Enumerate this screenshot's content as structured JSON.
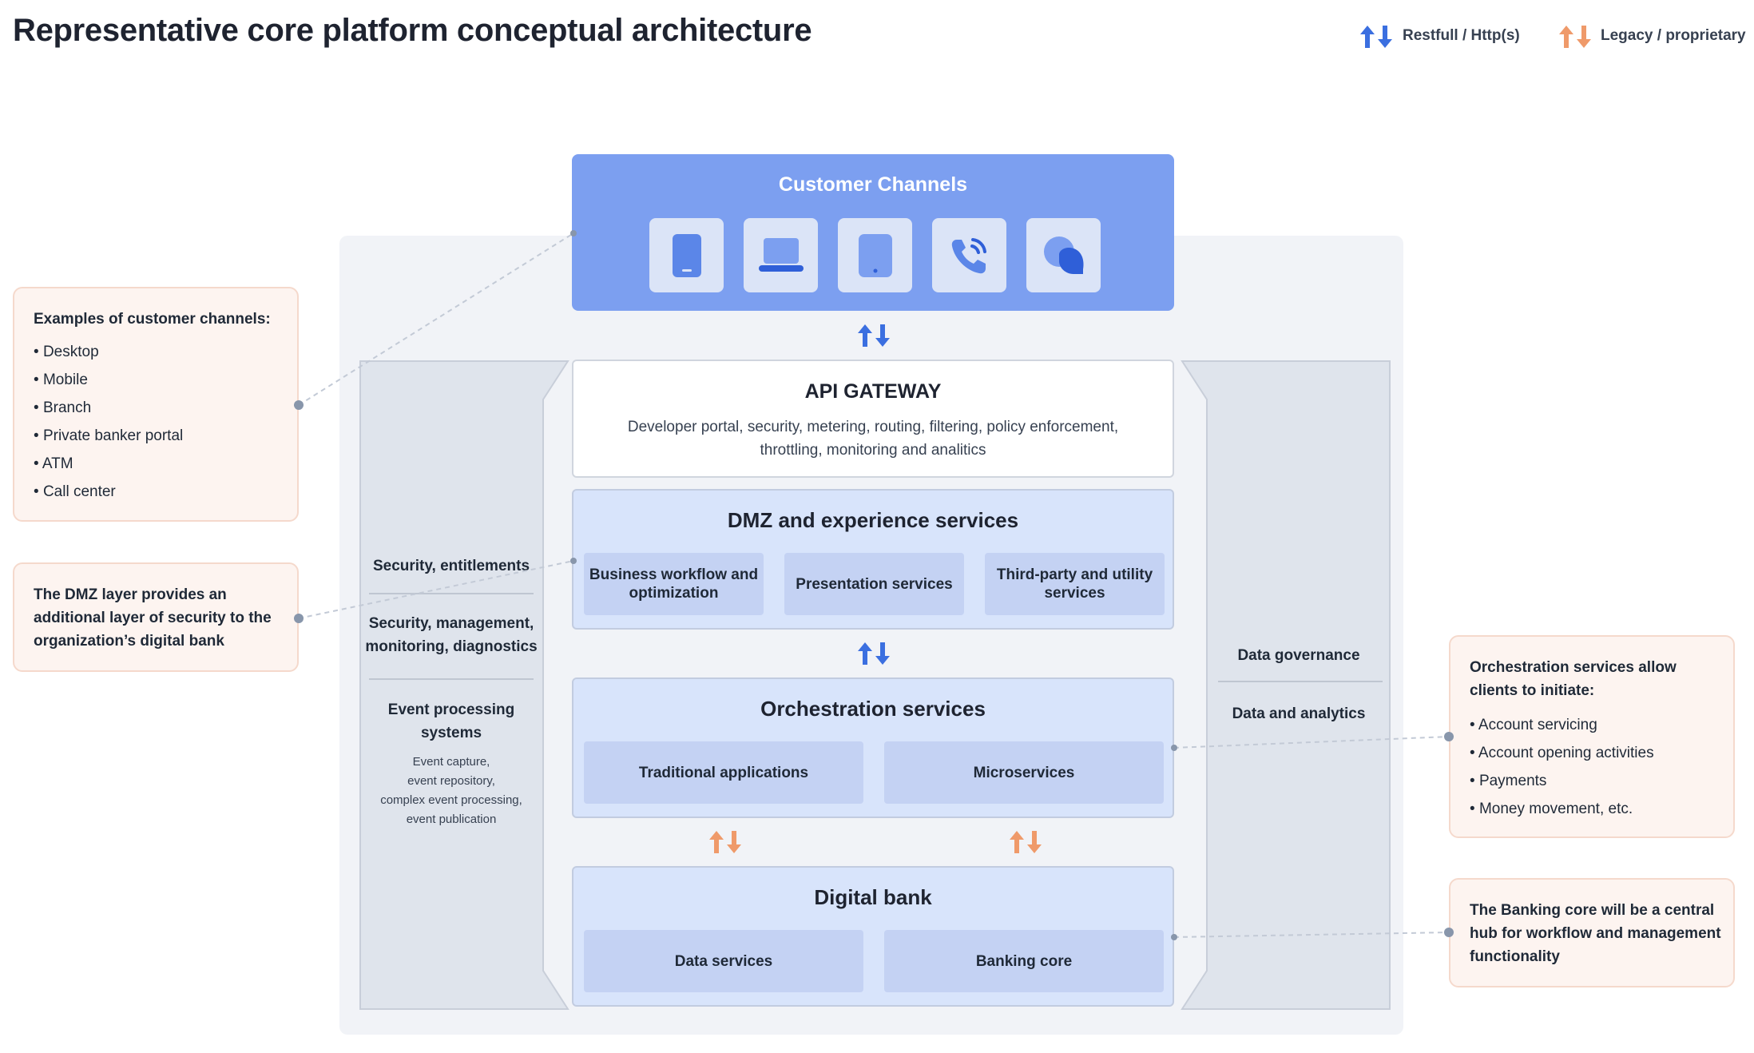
{
  "title": "Representative core platform conceptual architecture",
  "legend": {
    "restful_label": "Restfull / Http(s)",
    "legacy_label": "Legacy / proprietary",
    "restful_color": "#3b6fe0",
    "legacy_color": "#ef9a6a"
  },
  "channels": {
    "title": "Customer Channels",
    "icons": [
      "mobile-icon",
      "laptop-icon",
      "tablet-icon",
      "phone-call-icon",
      "chat-icon"
    ]
  },
  "api_gateway": {
    "title": "API GATEWAY",
    "desc_line1": "Developer portal, security, metering, routing, filtering, policy enforcement,",
    "desc_line2": "throttling, monitoring and analitics"
  },
  "dmz": {
    "title": "DMZ and experience services",
    "items": [
      {
        "line1": "Business workflow and",
        "line2": "optimization"
      },
      {
        "line1": "Presentation services",
        "line2": ""
      },
      {
        "line1": "Third-party and utility",
        "line2": "services"
      }
    ]
  },
  "orchestration": {
    "title": "Orchestration services",
    "items": [
      "Traditional applications",
      "Microservices"
    ]
  },
  "digital_bank": {
    "title": "Digital bank",
    "items": [
      "Data services",
      "Banking core"
    ]
  },
  "left_panel": {
    "security": "Security, entitlements",
    "mgmt_line1": "Security, management,",
    "mgmt_line2": "monitoring, diagnostics",
    "event_line1": "Event processing",
    "event_line2": "systems",
    "event_detail": [
      "Event capture,",
      "event repository,",
      "complex event processing,",
      "event publication"
    ]
  },
  "right_panel": {
    "governance": "Data governance",
    "analytics": "Data and analytics"
  },
  "callouts": {
    "channels": {
      "heading": "Examples of customer channels:",
      "items": [
        "Desktop",
        "Mobile",
        "Branch",
        "Private banker portal",
        "ATM",
        "Call center"
      ]
    },
    "dmz": {
      "line1": "The DMZ layer provides an",
      "line2": "additional layer of security to the",
      "line3": "organization’s digital bank"
    },
    "orchestration": {
      "line1": "Orchestration services allow",
      "line2": "clients to initiate:",
      "items": [
        "Account servicing",
        "Account opening activities",
        "Payments",
        "Money movement, etc."
      ]
    },
    "banking": {
      "line1": "The Banking core will be a central",
      "line2": "hub for workflow and management",
      "line3": "functionality"
    }
  }
}
